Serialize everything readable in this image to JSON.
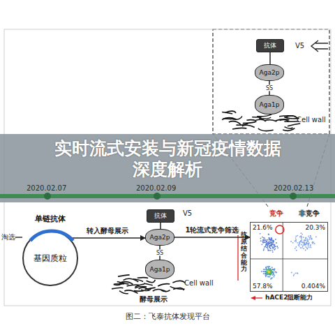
{
  "diagram": {
    "title": "实时流式安装与新冠疫情数据深度解析",
    "caption": "图二：飞泰抗体发现平台",
    "nodes": [
      {
        "text": [
          "抗体"
        ]
      },
      {
        "text": [
          "Aga2p"
        ]
      },
      {
        "text": [
          "Aga1p"
        ]
      },
      {
        "text": [
          "单链抗体",
          "基因质粒"
        ]
      },
      {
        "text": [
          "抗体"
        ]
      },
      {
        "text": [
          "Aga2p"
        ]
      },
      {
        "text": [
          "Aga1p"
        ]
      },
      {
        "text": [
          "21.6%",
          "20.3%",
          "57.8%",
          "0.404%"
        ]
      }
    ],
    "edges": [
      {
        "from": 0,
        "to": 1,
        "arrow": "none"
      },
      {
        "from": 1,
        "to": 2,
        "arrow": "none",
        "label": "SS"
      },
      {
        "from": 3,
        "to": 5,
        "arrow": "to",
        "label": "转入酵母展示"
      },
      {
        "from": 4,
        "to": 5,
        "arrow": "none"
      },
      {
        "from": 5,
        "to": 6,
        "arrow": "none",
        "label": "SS"
      },
      {
        "from": 5,
        "to": 7,
        "arrow": "to",
        "label": "1轮流式竞争筛选"
      }
    ],
    "labels": [
      "V5",
      "Cell wall",
      "2020.02.07",
      "2020.02.09",
      "2020.02.13",
      "淘选",
      "V5",
      "Cell wall",
      "酵母展示",
      "竞争",
      "非竞争",
      "抗原结合能力",
      "hACE2阻断能力"
    ]
  }
}
